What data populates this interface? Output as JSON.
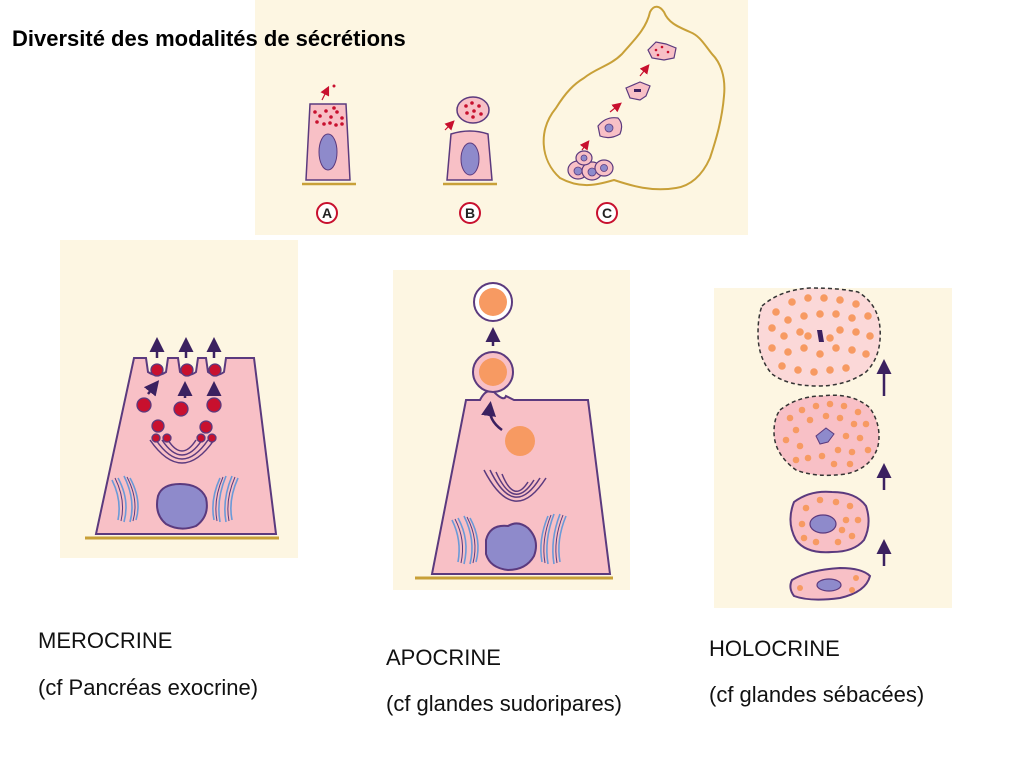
{
  "title": "Diversité des modalités de sécrétions",
  "top_figure": {
    "labels": [
      "A",
      "B",
      "C"
    ]
  },
  "modes": [
    {
      "name": "MEROCRINE",
      "example": "(cf Pancréas exocrine)"
    },
    {
      "name": "APOCRINE",
      "example": "(cf glandes sudoripares)"
    },
    {
      "name": "HOLOCRINE",
      "example": "(cf glandes sébacées)"
    }
  ],
  "colors": {
    "panel": "#fdf6e2",
    "cell": "#f8c0c6",
    "outline": "#5b3a7e",
    "nucleus": "#8e8acb",
    "granule_red": "#c8102e",
    "droplet": "#f79a62",
    "basement": "#c8a038",
    "golgi": "#6a9ad8"
  }
}
